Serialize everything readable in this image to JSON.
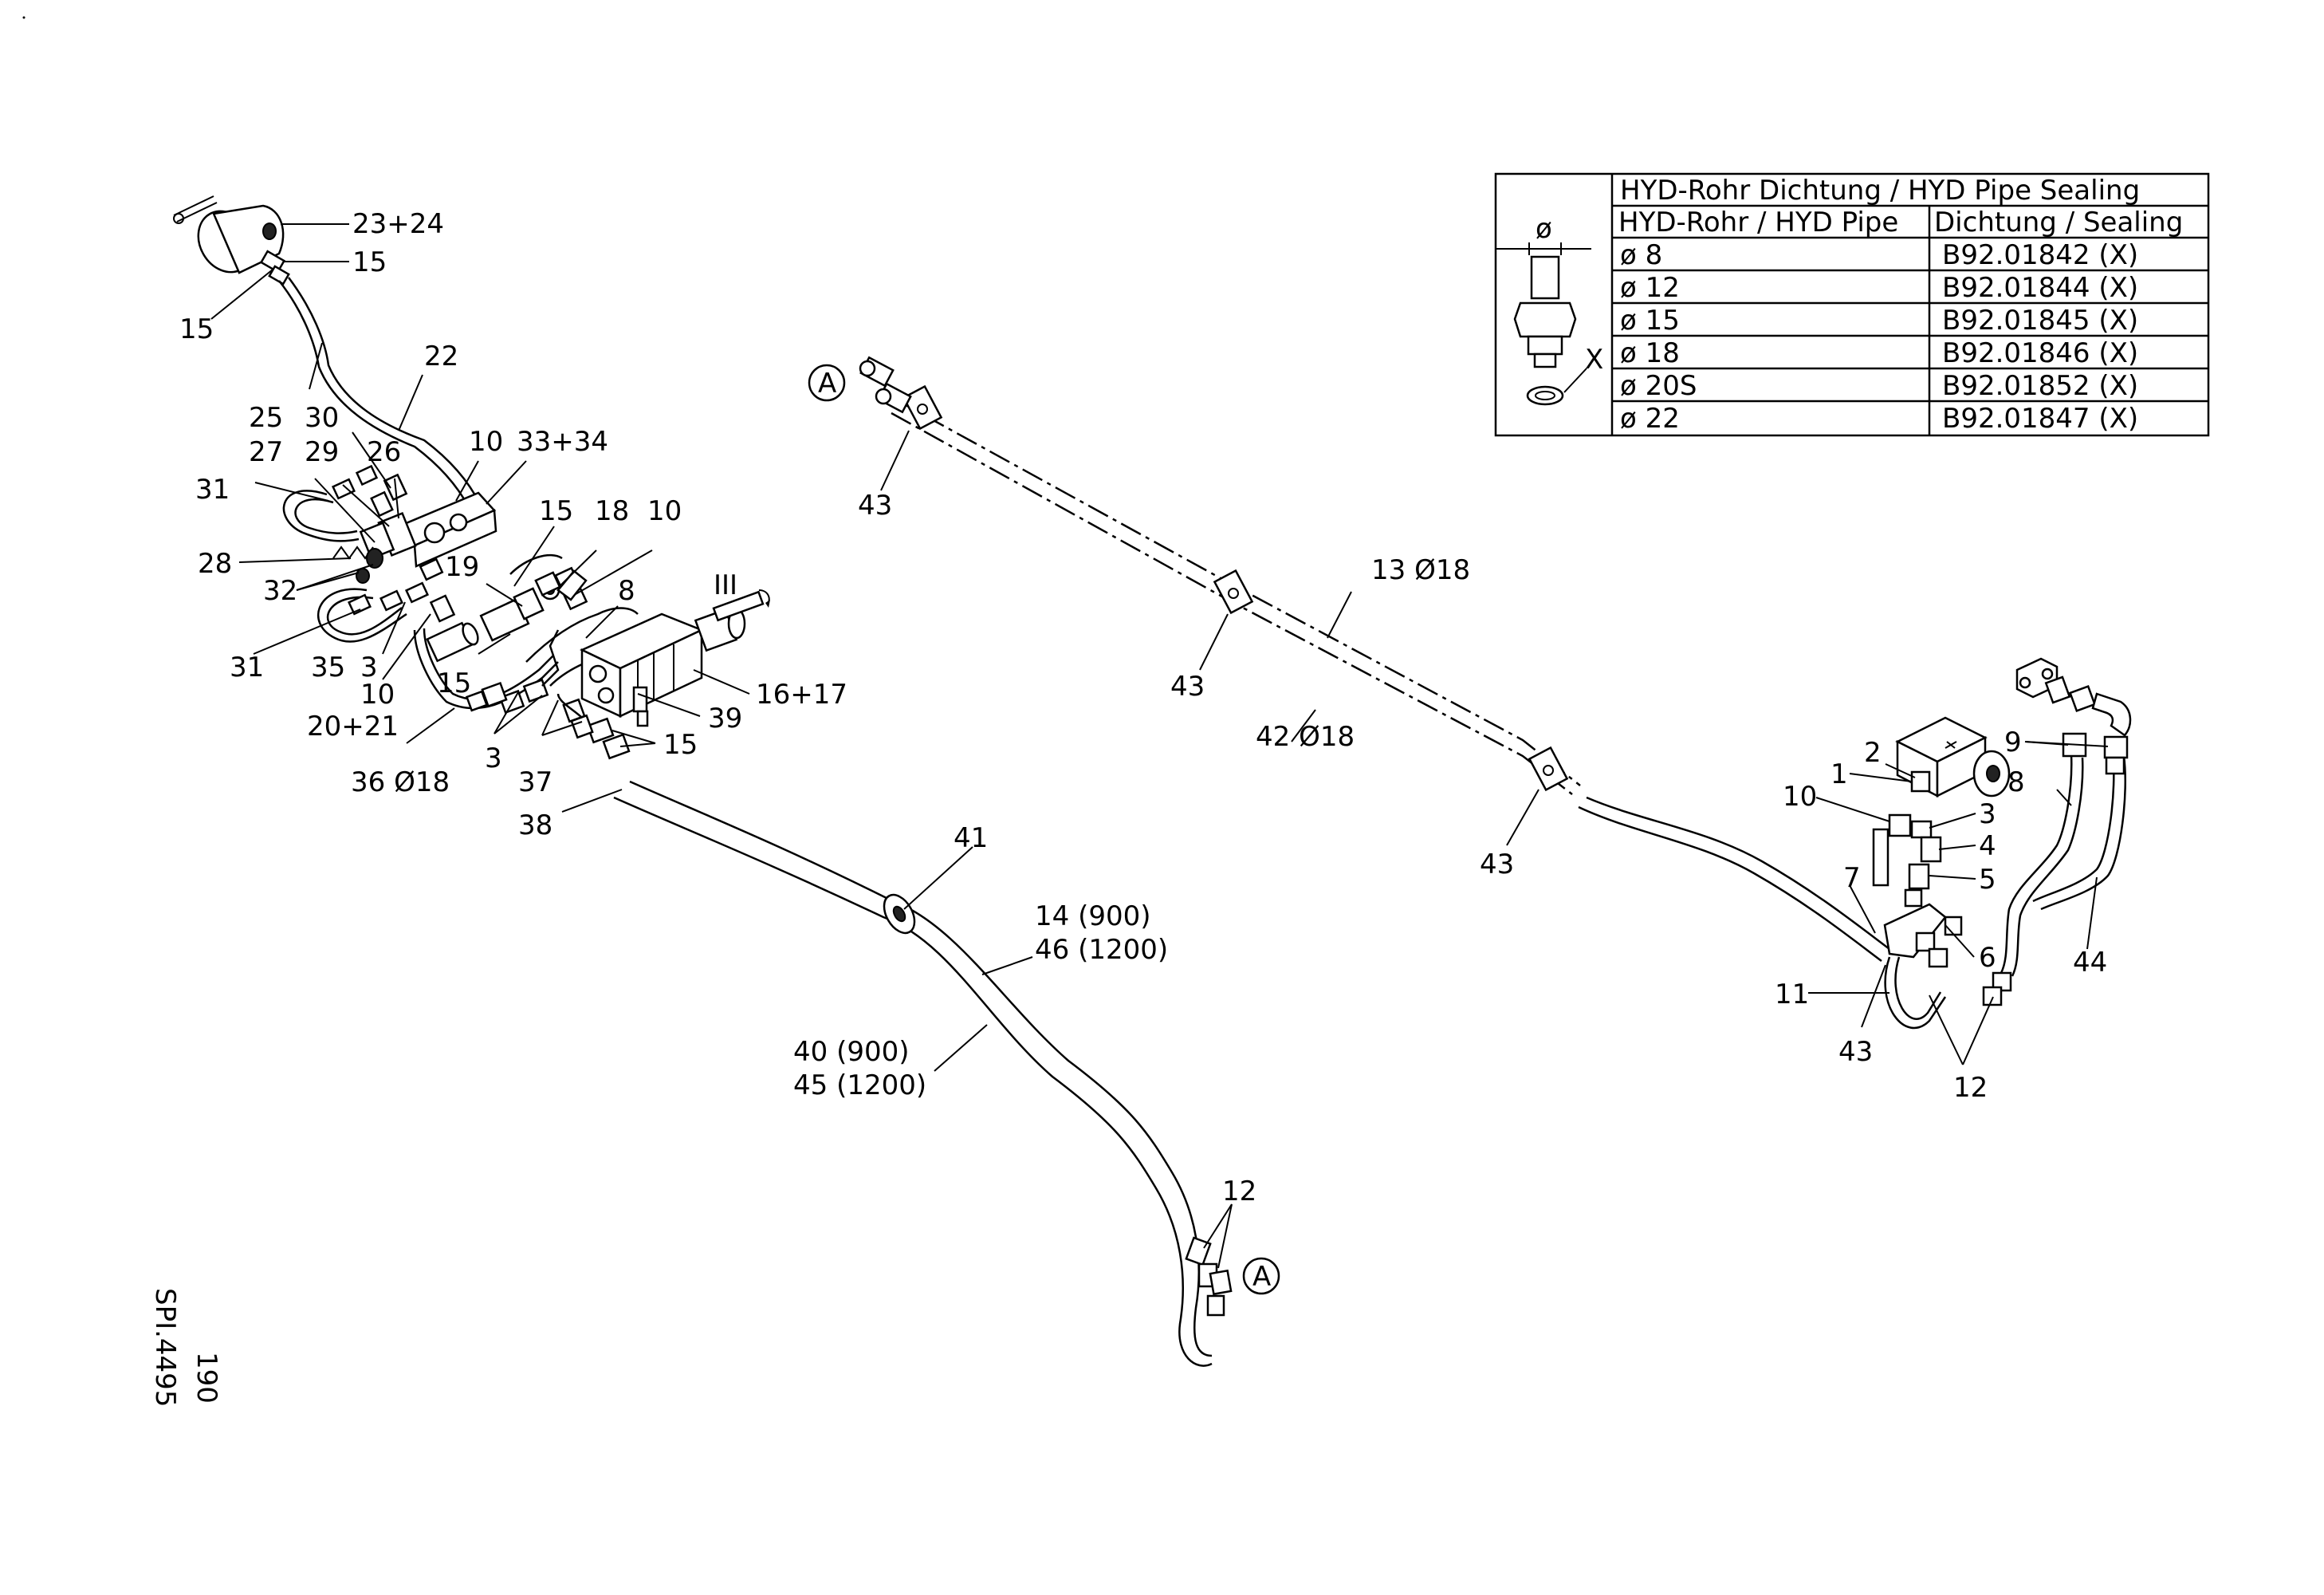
{
  "drawing": {
    "sheet_code": "SPI.4495",
    "page_number": "190",
    "view_marker": "III",
    "ref_marker": "A"
  },
  "sealing_table": {
    "title": "HYD-Rohr Dichtung / HYD Pipe Sealing",
    "col_pipe": "HYD-Rohr / HYD Pipe",
    "col_seal": "Dichtung / Sealing",
    "diameter_symbol": "ø",
    "x_marker": "X",
    "rows": [
      {
        "pipe": "ø  8",
        "seal": "B92.01842   (X)"
      },
      {
        "pipe": "ø  12",
        "seal": "B92.01844   (X)"
      },
      {
        "pipe": "ø  15",
        "seal": "B92.01845   (X)"
      },
      {
        "pipe": "ø  18",
        "seal": "B92.01846   (X)"
      },
      {
        "pipe": "ø  20S",
        "seal": "B92.01852   (X)"
      },
      {
        "pipe": "ø  22",
        "seal": "B92.01847   (X)"
      }
    ]
  },
  "callouts": {
    "c23_24": "23+24",
    "c15_top": "15",
    "c15_left": "15",
    "c22": "22",
    "c25": "25",
    "c30": "30",
    "c10_a": "10",
    "c33_34": "33+34",
    "c27": "27",
    "c29": "29",
    "c26": "26",
    "c31_top": "31",
    "c15_mid": "15",
    "c18": "18",
    "c10_b": "10",
    "c28": "28",
    "c19": "19",
    "c32": "32",
    "c8_left": "8",
    "c31_bot": "31",
    "c35": "35",
    "c3_a": "3",
    "c10_c": "10",
    "c15_low": "15",
    "c16_17": "16+17",
    "c20_21": "20+21",
    "c39": "39",
    "c15_right": "15",
    "c36": "36  Ø18",
    "c3_b": "3",
    "c37": "37",
    "c38": "38",
    "c41": "41",
    "c14": "14  (900)",
    "c46": "46  (1200)",
    "c40": "40  (900)",
    "c45": "45  (1200)",
    "c12_mid": "12",
    "c43_a": "43",
    "c43_b": "43",
    "c13": "13  Ø18",
    "c42": "42  Ø18",
    "c43_c": "43",
    "c2": "2",
    "c1": "1",
    "c10_r": "10",
    "c3_r": "3",
    "c4": "4",
    "c5": "5",
    "c7": "7",
    "c6": "6",
    "c11": "11",
    "c43_r": "43",
    "c12_r": "12",
    "c9": "9",
    "c8_r": "8",
    "c44": "44"
  }
}
